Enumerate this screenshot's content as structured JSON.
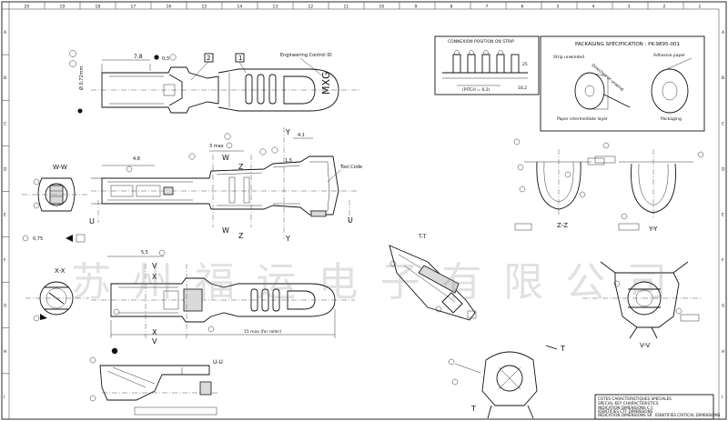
{
  "watermark": "苏州福运电子有限公司",
  "border": {
    "col_numbers": [
      "20",
      "19",
      "18",
      "17",
      "16",
      "15",
      "14",
      "13",
      "12",
      "11",
      "10",
      "9",
      "8",
      "7",
      "6",
      "5",
      "4",
      "3",
      "2",
      "1"
    ],
    "row_letters": [
      "A",
      "B",
      "C",
      "D",
      "E",
      "F",
      "G",
      "H",
      "I"
    ]
  },
  "top_view": {
    "dim_78": "7,8",
    "dim_03": "0,3",
    "dim_72": "Ø 0,72mm",
    "box_1": "1",
    "box_2": "2",
    "engineering_id": "Engineering Control ID",
    "stamp": "MXG"
  },
  "side_view": {
    "dim_3max": "3 max",
    "dim_48": "4,8",
    "dim_41": "4.1",
    "dim_15": "1.5",
    "tool_code": "Tool Code",
    "sec_y_top": "Y",
    "sec_y_bot": "Y",
    "sec_w_top": "W",
    "sec_w_bot": "W",
    "sec_z_top": "Z",
    "sec_z_bot": "Z",
    "sec_u_left": "U",
    "sec_u_right": "U"
  },
  "ww_view": {
    "title": "W-W",
    "dim": "0,75"
  },
  "xx_view": {
    "title": "X-X"
  },
  "bottom_view": {
    "dim_55": "5,5",
    "sec_v_top": "V",
    "sec_v_bot": "V",
    "sec_x_top": "X",
    "sec_x_bot": "X",
    "dim_max": "15 max (for roller)"
  },
  "uu_view": {
    "title": "U-U"
  },
  "tt_view": {
    "title": "T-T"
  },
  "zz_view": {
    "title": "Z-Z"
  },
  "yy_view": {
    "title": "Y-Y"
  },
  "vv_view": {
    "title": "V-V"
  },
  "t_markers": {
    "top": "T",
    "bot": "T"
  },
  "strip_box": {
    "title": "CONNEXION POSITION ON STRIP",
    "pitch": "(PITCH = 6,2)",
    "dim_25": "25",
    "dim_18": "18,2"
  },
  "packaging": {
    "title": "PACKAGING SPECIFICATION : PK-9895-001",
    "strip_unwinded": "Strip unwinded",
    "direction": "Direction of unwind",
    "adhesive": "Adhesive paper",
    "paper": "Paper intermediate layer",
    "packaging": "Packaging"
  },
  "legend": {
    "line1": "COTES CARACTERISTIQUES SPECIALES",
    "line2": "SPECIAL KEY CHARACTERISTICS",
    "line3": "INDICATION DIMENSIONS C.F.",
    "line4": "IDENTIFIES CTF DIMENSIONS",
    "line5": "INDICATION DIMENSIONS SR",
    "line6": "IDENTIFIES CRITICAL DIMENSIONS"
  }
}
